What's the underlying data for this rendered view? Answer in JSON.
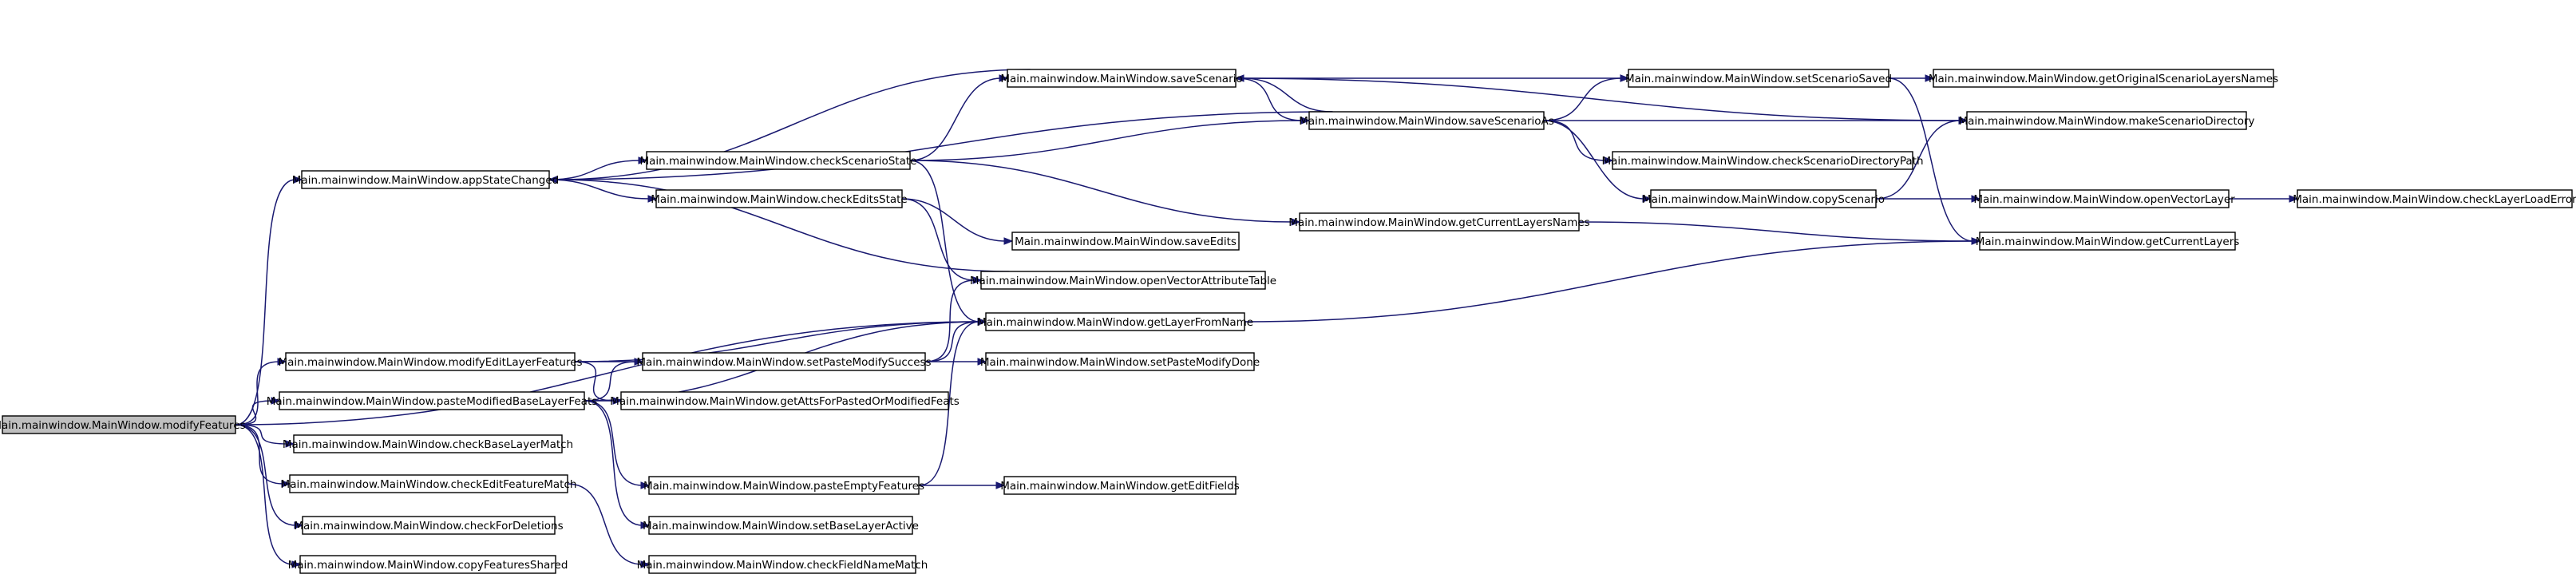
{
  "graph": {
    "nodes": [
      {
        "id": "modifyFeatures",
        "label": "Main.mainwindow.MainWindow.modifyFeatures",
        "root": true
      },
      {
        "id": "appStateChanged",
        "label": "Main.mainwindow.MainWindow.appStateChanged"
      },
      {
        "id": "modifyEditLayerFeatures",
        "label": "Main.mainwindow.MainWindow.modifyEditLayerFeatures"
      },
      {
        "id": "pasteModifiedBaseLayerFeats",
        "label": "Main.mainwindow.MainWindow.pasteModifiedBaseLayerFeats"
      },
      {
        "id": "checkBaseLayerMatch",
        "label": "Main.mainwindow.MainWindow.checkBaseLayerMatch"
      },
      {
        "id": "checkEditFeatureMatch",
        "label": "Main.mainwindow.MainWindow.checkEditFeatureMatch"
      },
      {
        "id": "checkForDeletions",
        "label": "Main.mainwindow.MainWindow.checkForDeletions"
      },
      {
        "id": "copyFeaturesShared",
        "label": "Main.mainwindow.MainWindow.copyFeaturesShared"
      },
      {
        "id": "checkScenarioState",
        "label": "Main.mainwindow.MainWindow.checkScenarioState"
      },
      {
        "id": "checkEditsState",
        "label": "Main.mainwindow.MainWindow.checkEditsState"
      },
      {
        "id": "setPasteModifySuccess",
        "label": "Main.mainwindow.MainWindow.setPasteModifySuccess"
      },
      {
        "id": "getAttsForPastedOrModifiedFeats",
        "label": "Main.mainwindow.MainWindow.getAttsForPastedOrModifiedFeats"
      },
      {
        "id": "pasteEmptyFeatures",
        "label": "Main.mainwindow.MainWindow.pasteEmptyFeatures"
      },
      {
        "id": "setBaseLayerActive",
        "label": "Main.mainwindow.MainWindow.setBaseLayerActive"
      },
      {
        "id": "checkFieldNameMatch",
        "label": "Main.mainwindow.MainWindow.checkFieldNameMatch"
      },
      {
        "id": "saveScenario",
        "label": "Main.mainwindow.MainWindow.saveScenario"
      },
      {
        "id": "saveEdits",
        "label": "Main.mainwindow.MainWindow.saveEdits"
      },
      {
        "id": "openVectorAttributeTable",
        "label": "Main.mainwindow.MainWindow.openVectorAttributeTable"
      },
      {
        "id": "getLayerFromName",
        "label": "Main.mainwindow.MainWindow.getLayerFromName"
      },
      {
        "id": "setPasteModifyDone",
        "label": "Main.mainwindow.MainWindow.setPasteModifyDone"
      },
      {
        "id": "getEditFields",
        "label": "Main.mainwindow.MainWindow.getEditFields"
      },
      {
        "id": "saveScenarioAs",
        "label": "Main.mainwindow.MainWindow.saveScenarioAs"
      },
      {
        "id": "getCurrentLayersNames",
        "label": "Main.mainwindow.MainWindow.getCurrentLayersNames"
      },
      {
        "id": "setScenarioSaved",
        "label": "Main.mainwindow.MainWindow.setScenarioSaved"
      },
      {
        "id": "checkScenarioDirectoryPath",
        "label": "Main.mainwindow.MainWindow.checkScenarioDirectoryPath"
      },
      {
        "id": "copyScenario",
        "label": "Main.mainwindow.MainWindow.copyScenario"
      },
      {
        "id": "getOriginalScenarioLayersNames",
        "label": "Main.mainwindow.MainWindow.getOriginalScenarioLayersNames"
      },
      {
        "id": "makeScenarioDirectory",
        "label": "Main.mainwindow.MainWindow.makeScenarioDirectory"
      },
      {
        "id": "openVectorLayer",
        "label": "Main.mainwindow.MainWindow.openVectorLayer"
      },
      {
        "id": "getCurrentLayers",
        "label": "Main.mainwindow.MainWindow.getCurrentLayers"
      },
      {
        "id": "checkLayerLoadError",
        "label": "Main.mainwindow.MainWindow.checkLayerLoadError"
      }
    ],
    "edges": [
      {
        "from": "modifyFeatures",
        "to": "appStateChanged"
      },
      {
        "from": "modifyFeatures",
        "to": "getLayerFromName"
      },
      {
        "from": "modifyFeatures",
        "to": "modifyEditLayerFeatures"
      },
      {
        "from": "modifyFeatures",
        "to": "pasteModifiedBaseLayerFeats"
      },
      {
        "from": "modifyFeatures",
        "to": "checkBaseLayerMatch"
      },
      {
        "from": "modifyFeatures",
        "to": "checkEditFeatureMatch"
      },
      {
        "from": "modifyFeatures",
        "to": "checkForDeletions"
      },
      {
        "from": "modifyFeatures",
        "to": "copyFeaturesShared"
      },
      {
        "from": "appStateChanged",
        "to": "checkScenarioState"
      },
      {
        "from": "appStateChanged",
        "to": "checkEditsState"
      },
      {
        "from": "checkScenarioState",
        "to": "saveScenario"
      },
      {
        "from": "checkScenarioState",
        "to": "saveScenarioAs"
      },
      {
        "from": "checkScenarioState",
        "to": "getCurrentLayersNames"
      },
      {
        "from": "checkScenarioState",
        "to": "getLayerFromName"
      },
      {
        "from": "checkEditsState",
        "to": "saveEdits"
      },
      {
        "from": "checkEditsState",
        "to": "openVectorAttributeTable"
      },
      {
        "from": "saveScenario",
        "to": "appStateChanged"
      },
      {
        "from": "saveScenario",
        "to": "saveScenarioAs"
      },
      {
        "from": "saveScenario",
        "to": "setScenarioSaved"
      },
      {
        "from": "saveScenario",
        "to": "makeScenarioDirectory"
      },
      {
        "from": "saveScenarioAs",
        "to": "appStateChanged"
      },
      {
        "from": "saveScenarioAs",
        "to": "saveScenario"
      },
      {
        "from": "saveScenarioAs",
        "to": "setScenarioSaved"
      },
      {
        "from": "saveScenarioAs",
        "to": "makeScenarioDirectory"
      },
      {
        "from": "saveScenarioAs",
        "to": "checkScenarioDirectoryPath"
      },
      {
        "from": "saveScenarioAs",
        "to": "copyScenario"
      },
      {
        "from": "setScenarioSaved",
        "to": "getOriginalScenarioLayersNames"
      },
      {
        "from": "setScenarioSaved",
        "to": "getCurrentLayers"
      },
      {
        "from": "copyScenario",
        "to": "makeScenarioDirectory"
      },
      {
        "from": "copyScenario",
        "to": "openVectorLayer"
      },
      {
        "from": "openVectorLayer",
        "to": "checkLayerLoadError"
      },
      {
        "from": "getCurrentLayersNames",
        "to": "getCurrentLayers"
      },
      {
        "from": "getLayerFromName",
        "to": "getCurrentLayers"
      },
      {
        "from": "openVectorAttributeTable",
        "to": "appStateChanged"
      },
      {
        "from": "modifyEditLayerFeatures",
        "to": "setPasteModifySuccess"
      },
      {
        "from": "modifyEditLayerFeatures",
        "to": "getLayerFromName"
      },
      {
        "from": "modifyEditLayerFeatures",
        "to": "getAttsForPastedOrModifiedFeats"
      },
      {
        "from": "setPasteModifySuccess",
        "to": "openVectorAttributeTable"
      },
      {
        "from": "setPasteModifySuccess",
        "to": "getLayerFromName"
      },
      {
        "from": "setPasteModifySuccess",
        "to": "setPasteModifyDone"
      },
      {
        "from": "pasteModifiedBaseLayerFeats",
        "to": "setPasteModifySuccess"
      },
      {
        "from": "pasteModifiedBaseLayerFeats",
        "to": "getAttsForPastedOrModifiedFeats"
      },
      {
        "from": "pasteModifiedBaseLayerFeats",
        "to": "getLayerFromName"
      },
      {
        "from": "pasteModifiedBaseLayerFeats",
        "to": "pasteEmptyFeatures"
      },
      {
        "from": "pasteModifiedBaseLayerFeats",
        "to": "setBaseLayerActive"
      },
      {
        "from": "pasteEmptyFeatures",
        "to": "getLayerFromName"
      },
      {
        "from": "pasteEmptyFeatures",
        "to": "getEditFields"
      },
      {
        "from": "checkEditFeatureMatch",
        "to": "checkFieldNameMatch"
      }
    ]
  }
}
